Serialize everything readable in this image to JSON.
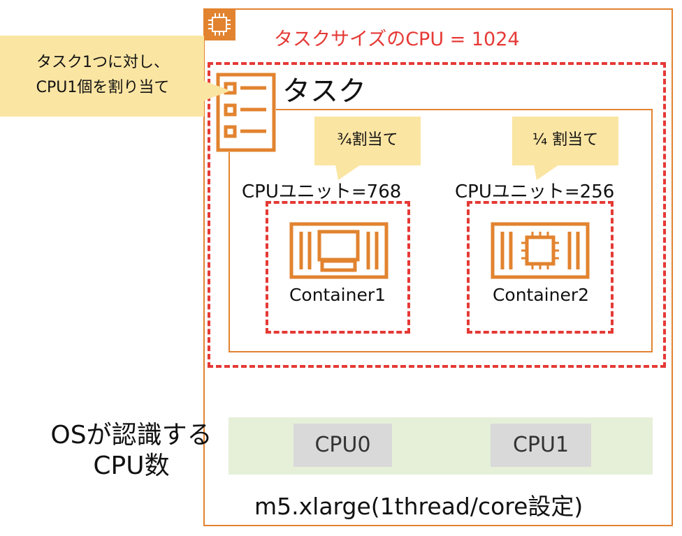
{
  "colors": {
    "orange": "#e2832f",
    "red_dashed": "#e53935",
    "callout_yellow": "#fbe5a3",
    "os_strip_green": "#e6f0d9",
    "cpu_chip_gray": "#d9d9d9"
  },
  "header": {
    "task_size_label": "タスクサイズのCPU = 1024",
    "chip_icon": "chip-icon"
  },
  "task": {
    "title": "タスク",
    "icon": "task-list-icon"
  },
  "note": {
    "line1": "タスク1つに対し、",
    "line2": "CPU1個を割り当て"
  },
  "containers": [
    {
      "share_label": "¾割当て",
      "cpu_unit_label": "CPUユニット=768",
      "name": "Container1",
      "icon": "container-monitor-icon"
    },
    {
      "share_label": "¼ 割当て",
      "cpu_unit_label": "CPUユニット=256",
      "name": "Container2",
      "icon": "container-chip-icon"
    }
  ],
  "os": {
    "label_line1": "OSが認識する",
    "label_line2": "CPU数",
    "cpus": [
      "CPU0",
      "CPU1"
    ]
  },
  "instance": {
    "label": "m5.xlarge(1thread/core設定)"
  }
}
